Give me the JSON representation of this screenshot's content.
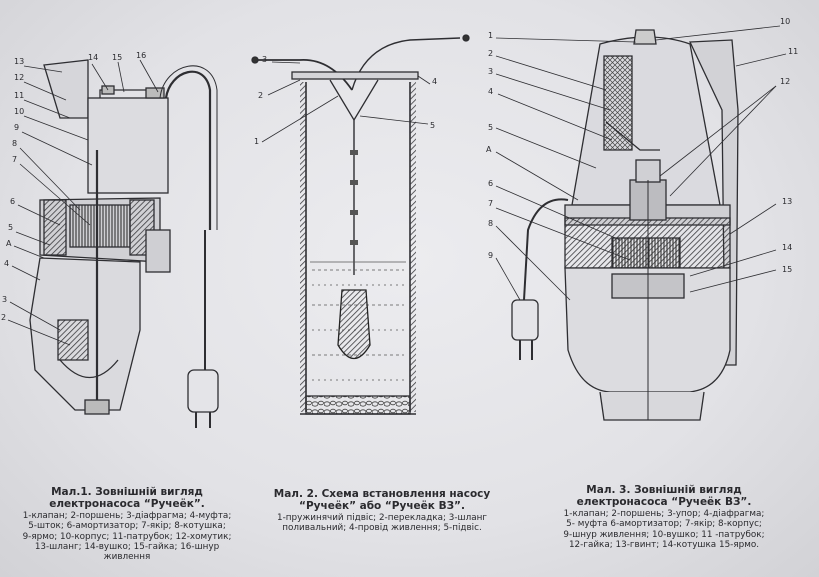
{
  "captions": [
    {
      "title1": "Мал.1. Зовнішній вигляд",
      "title2": "електронасоса “Ручеёк”.",
      "legend": [
        "1-клапан; 2-поршень; 3-діафрагма; 4-муфта;",
        "5-шток; 6-амортизатор; 7-якір; 8-котушка;",
        "9-ярмо; 10-корпус; 11-патрубок; 12-хомутик;",
        "13-шланг; 14-вушко; 15-гайка; 16-шнур",
        "живлення"
      ]
    },
    {
      "title1": "Мал. 2. Схема встановлення насосу",
      "title2": "“Ручеёк” або “Ручеёк ВЗ”.",
      "legend": [
        "1-пружинячий підвіс; 2-перекладка; 3-шланг",
        "поливальний; 4-провід живлення; 5-підвіс."
      ]
    },
    {
      "title1": "Мал. 3. Зовнішній вигляд",
      "title2": "електронасоса “Ручеёк ВЗ”.",
      "legend": [
        "1-клапан; 2-поршень; 3-упор; 4-діафрагма;",
        "5- муфта 6-амортизатор; 7-якір; 8-корпус;",
        "9-шнур живлення; 10-вушко; 11 -патрубок;",
        "12-гайка; 13-гвинт; 14-котушка 15-ярмо."
      ]
    }
  ],
  "labels": {
    "fig1": [
      "13",
      "12",
      "11",
      "10",
      "9",
      "8",
      "7",
      "6",
      "5",
      "А",
      "4",
      "3",
      "2",
      "14",
      "15",
      "16"
    ],
    "fig2": [
      "3",
      "2",
      "1",
      "4",
      "5"
    ],
    "fig3": [
      "1",
      "2",
      "3",
      "4",
      "5",
      "А",
      "6",
      "7",
      "8",
      "9",
      "10",
      "11",
      "12",
      "13",
      "14",
      "15"
    ]
  }
}
